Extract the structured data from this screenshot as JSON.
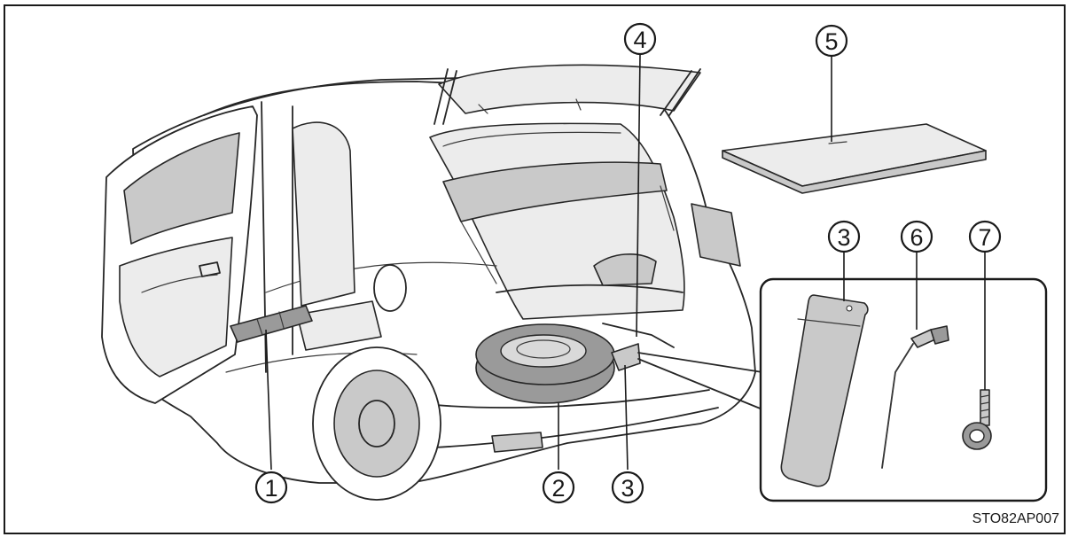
{
  "figure": {
    "reference_code": "STO82AP007",
    "callouts": [
      "1",
      "2",
      "3",
      "4",
      "5",
      "3",
      "6",
      "7"
    ],
    "colors": {
      "line": "#262626",
      "tire": "#9a9a9a",
      "panel": "#c9c9c9",
      "background": "#ffffff"
    },
    "parts_shown": [
      "jack",
      "spare-tire",
      "tool-bag",
      "jack-handle",
      "deck-board",
      "tool-bag",
      "wheel-nut-wrench",
      "towing-eyelet"
    ]
  }
}
